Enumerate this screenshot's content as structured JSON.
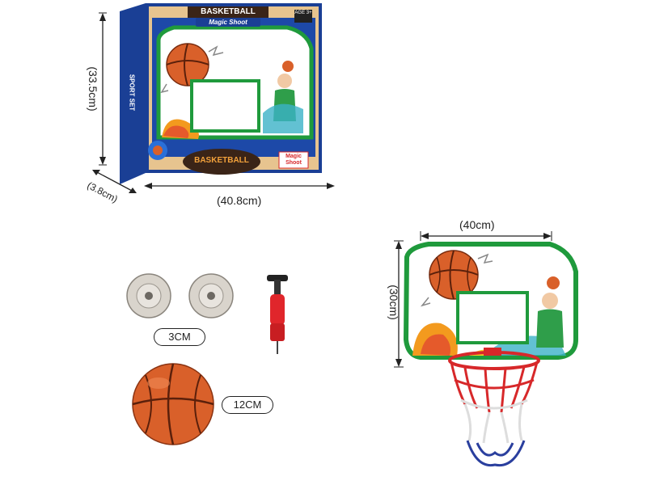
{
  "box_dimensions": {
    "height": "(33.5cm)",
    "width": "(40.8cm)",
    "depth": "(3.8cm)"
  },
  "box_artwork": {
    "top_banner": "BASKETBALL",
    "brand_logo": "Magic Shoot",
    "age_label": "AGE 3+",
    "side_text": "SPORT SET",
    "bottom_logo": "BASKETBALL",
    "corner_badge": "Magic Shoot"
  },
  "backboard_dimensions": {
    "width": "(40cm)",
    "height": "(30cm)"
  },
  "accessories": {
    "sucker_size": "3CM",
    "ball_size": "12CM"
  },
  "colors": {
    "box_blue": "#1a3f95",
    "wood": "#e7c48f",
    "board_green": "#1f9a3c",
    "ball_orange": "#d9602a",
    "pump_red": "#e0262b",
    "net_red": "#d7282a",
    "net_blue": "#2a3f9e"
  }
}
